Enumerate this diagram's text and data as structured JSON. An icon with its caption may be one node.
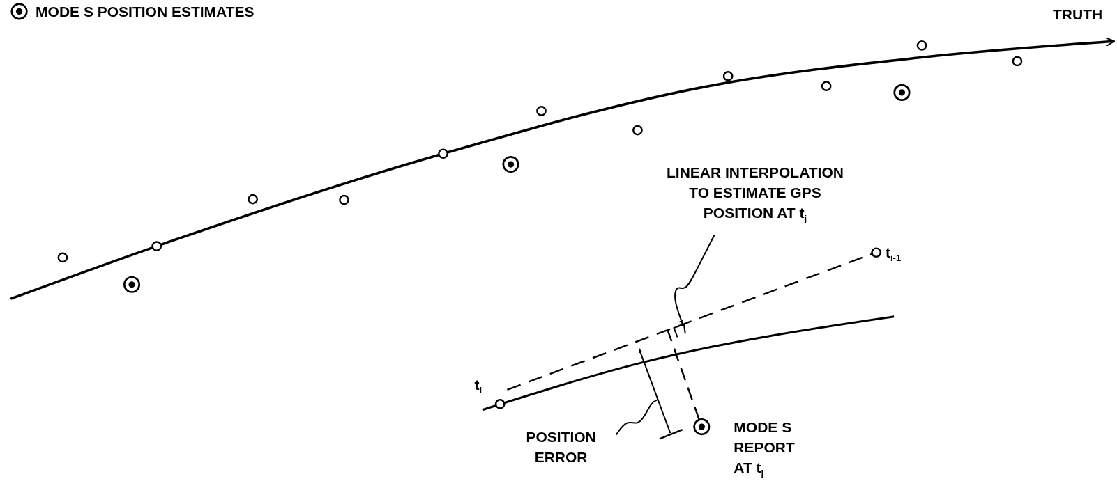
{
  "diagram": {
    "nodes": [
      {
        "text": [
          "LINEAR INTERPOLATION TO ESTIMATE GPS POSITION AT t$_{j}$"
        ]
      },
      {
        "text": [
          "POSITION ERROR"
        ]
      },
      {
        "text": [],
        "shape": "circle",
        "beside": [
          "MODE S REPORT AT t$_{j}$"
        ]
      },
      {
        "text": [],
        "shape": "line"
      },
      {
        "text": [],
        "shape": "line"
      },
      {
        "text": [],
        "shape": "circle"
      },
      {
        "text": [],
        "shape": "circle"
      },
      {
        "text": [],
        "shape": "circle"
      }
    ],
    "edges": [
      {
        "from": 0,
        "to": 3,
        "arrow": "to"
      },
      {
        "from": 1,
        "to": 4,
        "arrow": "none"
      },
      {
        "from": 2,
        "to": 3,
        "arrow": "none",
        "style": "dashed"
      }
    ],
    "labels": [
      "TRUTH",
      "t$_{i-1}$",
      "t$_{i}$"
    ],
    "legend": [
      {
        "text": "MODE S POSITION ESTIMATES"
      }
    ]
  }
}
